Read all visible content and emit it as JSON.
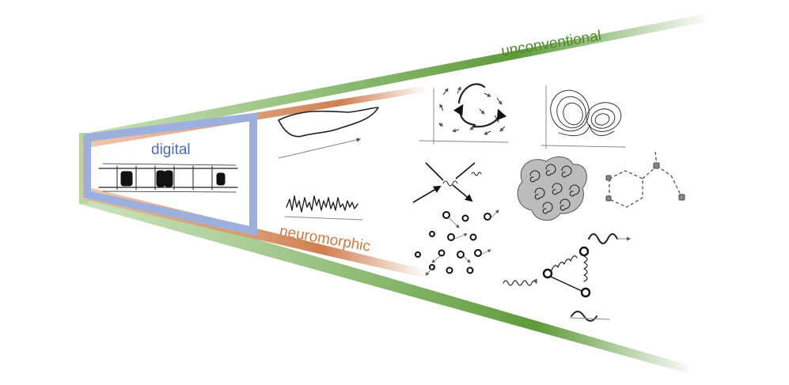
{
  "labels": {
    "digital": "digital",
    "neuromorphic": "neuromorphic",
    "unconventional": "unconventional"
  },
  "colors": {
    "digital": "#8fa6d8",
    "digital_text": "#4b6cb7",
    "neuromorphic": "#e0a07a",
    "neuromorphic_text": "#d07a40",
    "unconventional": "#8fc070",
    "unconventional_text": "#4c8a2a"
  },
  "icons": [
    "turing-tape-sketch",
    "function-curve-sketch",
    "spike-train-sketch",
    "vector-field-sketch",
    "strange-attractor-sketch",
    "particle-collision-sketch",
    "swirl-pattern-sketch",
    "molecule-ring-sketch",
    "particle-cloud-sketch",
    "spring-network-sketch",
    "wave-sketch"
  ]
}
